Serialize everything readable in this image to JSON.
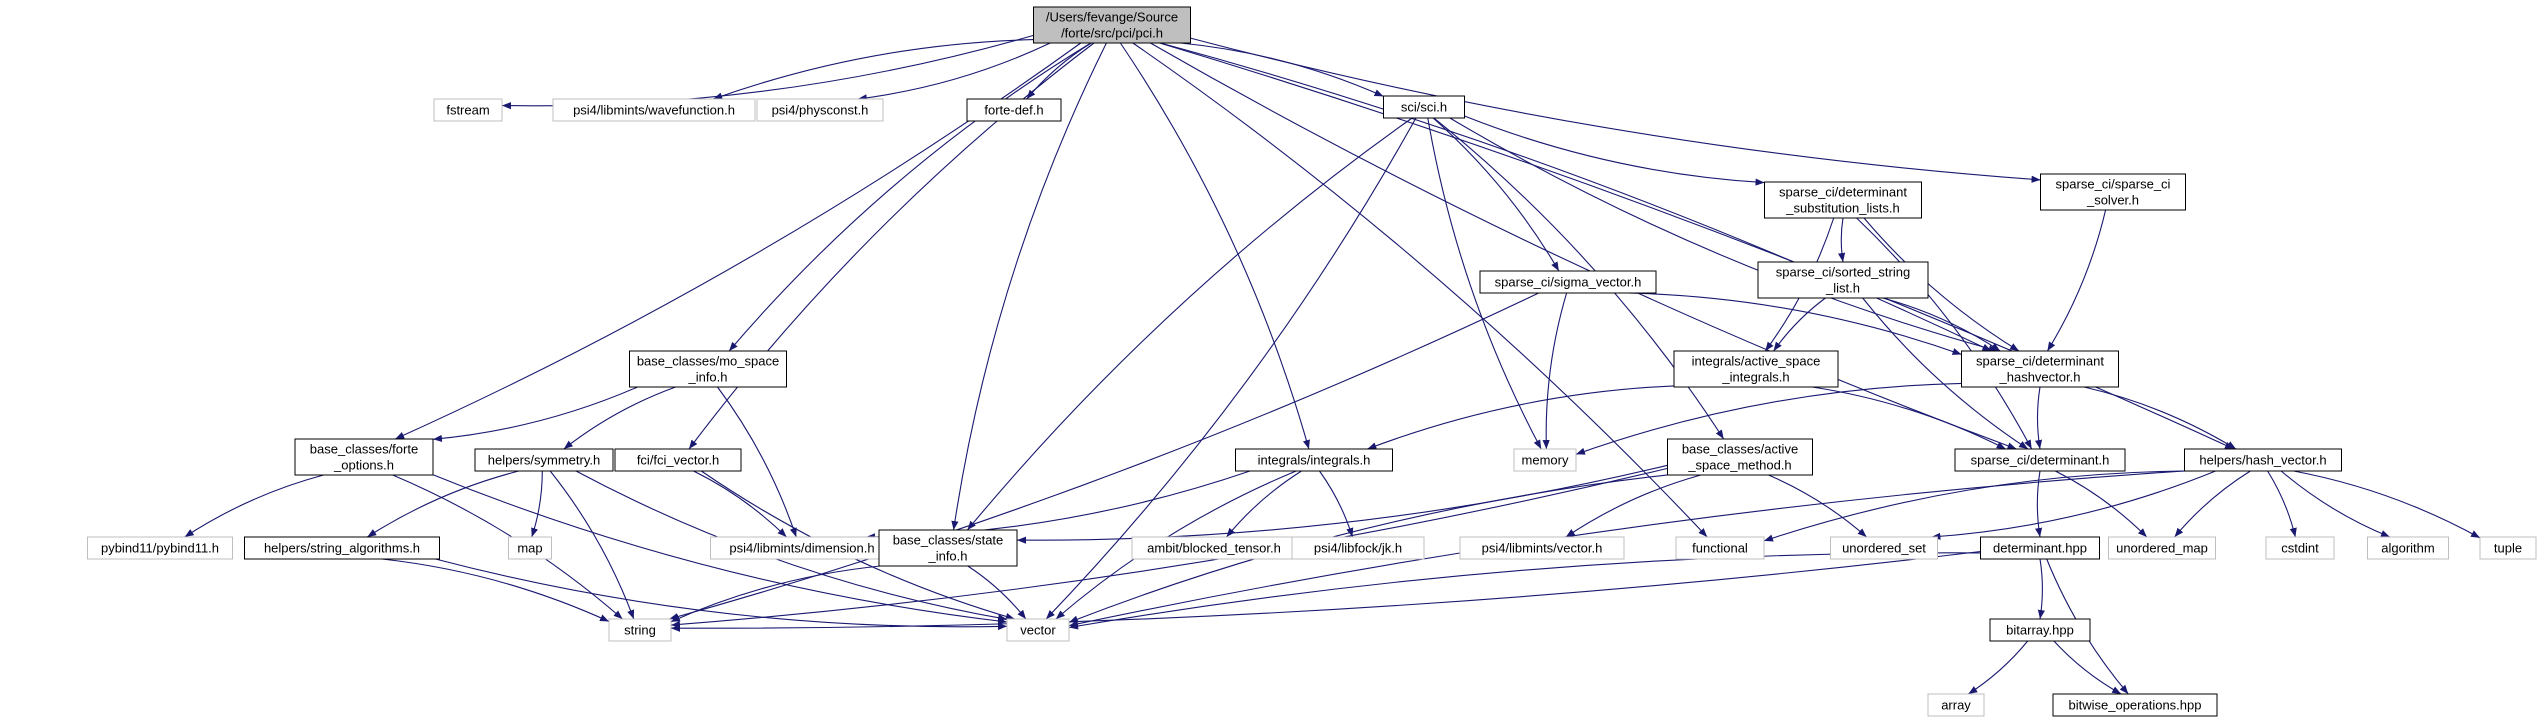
{
  "graph": {
    "nodes": [
      {
        "id": "root",
        "lines": [
          "/Users/fevange/Source",
          "/forte/src/pci/pci.h"
        ],
        "style": "root"
      },
      {
        "id": "fstream",
        "lines": [
          "fstream"
        ],
        "style": "external"
      },
      {
        "id": "wavefunction",
        "lines": [
          "psi4/libmints/wavefunction.h"
        ],
        "style": "external"
      },
      {
        "id": "physconst",
        "lines": [
          "psi4/physconst.h"
        ],
        "style": "external"
      },
      {
        "id": "fortedef",
        "lines": [
          "forte-def.h"
        ],
        "style": "local"
      },
      {
        "id": "scih",
        "lines": [
          "sci/sci.h"
        ],
        "style": "local"
      },
      {
        "id": "sparsesolver",
        "lines": [
          "sparse_ci/sparse_ci",
          "_solver.h"
        ],
        "style": "local"
      },
      {
        "id": "hashvector",
        "lines": [
          "helpers/hash_vector.h"
        ],
        "style": "local"
      },
      {
        "id": "detsubst",
        "lines": [
          "sparse_ci/determinant",
          "_substitution_lists.h"
        ],
        "style": "local"
      },
      {
        "id": "sortedstring",
        "lines": [
          "sparse_ci/sorted_string",
          "_list.h"
        ],
        "style": "local"
      },
      {
        "id": "sigmavector",
        "lines": [
          "sparse_ci/sigma_vector.h"
        ],
        "style": "local"
      },
      {
        "id": "activeint",
        "lines": [
          "integrals/active_space",
          "_integrals.h"
        ],
        "style": "local"
      },
      {
        "id": "dethash",
        "lines": [
          "sparse_ci/determinant",
          "_hashvector.h"
        ],
        "style": "local"
      },
      {
        "id": "mospace",
        "lines": [
          "base_classes/mo_space",
          "_info.h"
        ],
        "style": "local"
      },
      {
        "id": "forteoptions",
        "lines": [
          "base_classes/forte",
          "_options.h"
        ],
        "style": "local"
      },
      {
        "id": "symmetry",
        "lines": [
          "helpers/symmetry.h"
        ],
        "style": "local"
      },
      {
        "id": "fcivector",
        "lines": [
          "fci/fci_vector.h"
        ],
        "style": "local"
      },
      {
        "id": "integrals",
        "lines": [
          "integrals/integrals.h"
        ],
        "style": "local"
      },
      {
        "id": "memory",
        "lines": [
          "memory"
        ],
        "style": "external"
      },
      {
        "id": "activemethod",
        "lines": [
          "base_classes/active",
          "_space_method.h"
        ],
        "style": "local"
      },
      {
        "id": "determinanth",
        "lines": [
          "sparse_ci/determinant.h"
        ],
        "style": "local"
      },
      {
        "id": "pybind",
        "lines": [
          "pybind11/pybind11.h"
        ],
        "style": "external"
      },
      {
        "id": "map",
        "lines": [
          "map"
        ],
        "style": "external"
      },
      {
        "id": "stringalg",
        "lines": [
          "helpers/string_algorithms.h"
        ],
        "style": "local"
      },
      {
        "id": "dimension",
        "lines": [
          "psi4/libmints/dimension.h"
        ],
        "style": "external"
      },
      {
        "id": "stateinfo",
        "lines": [
          "base_classes/state",
          "_info.h"
        ],
        "style": "local"
      },
      {
        "id": "blocked",
        "lines": [
          "ambit/blocked_tensor.h"
        ],
        "style": "external"
      },
      {
        "id": "jk",
        "lines": [
          "psi4/libfock/jk.h"
        ],
        "style": "external"
      },
      {
        "id": "vectorh",
        "lines": [
          "psi4/libmints/vector.h"
        ],
        "style": "external"
      },
      {
        "id": "functional",
        "lines": [
          "functional"
        ],
        "style": "external"
      },
      {
        "id": "unorderedset",
        "lines": [
          "unordered_set"
        ],
        "style": "external"
      },
      {
        "id": "determinanthpp",
        "lines": [
          "determinant.hpp"
        ],
        "style": "local"
      },
      {
        "id": "unorderedmap",
        "lines": [
          "unordered_map"
        ],
        "style": "external"
      },
      {
        "id": "cstdint",
        "lines": [
          "cstdint"
        ],
        "style": "external"
      },
      {
        "id": "algorithm",
        "lines": [
          "algorithm"
        ],
        "style": "external"
      },
      {
        "id": "tuple",
        "lines": [
          "tuple"
        ],
        "style": "external"
      },
      {
        "id": "string",
        "lines": [
          "string"
        ],
        "style": "external"
      },
      {
        "id": "vector",
        "lines": [
          "vector"
        ],
        "style": "external"
      },
      {
        "id": "bitarray",
        "lines": [
          "bitarray.hpp"
        ],
        "style": "local"
      },
      {
        "id": "array",
        "lines": [
          "array"
        ],
        "style": "external"
      },
      {
        "id": "bitwise",
        "lines": [
          "bitwise_operations.hpp"
        ],
        "style": "local"
      }
    ],
    "edges": [
      [
        "root",
        "fstream"
      ],
      [
        "root",
        "wavefunction"
      ],
      [
        "root",
        "physconst"
      ],
      [
        "root",
        "fortedef"
      ],
      [
        "root",
        "scih"
      ],
      [
        "root",
        "sparsesolver"
      ],
      [
        "root",
        "hashvector"
      ],
      [
        "root",
        "mospace"
      ],
      [
        "root",
        "forteoptions"
      ],
      [
        "root",
        "fcivector"
      ],
      [
        "root",
        "integrals"
      ],
      [
        "root",
        "stateinfo"
      ],
      [
        "root",
        "functional"
      ],
      [
        "root",
        "determinanth"
      ],
      [
        "root",
        "dethash"
      ],
      [
        "scih",
        "detsubst"
      ],
      [
        "scih",
        "sigmavector"
      ],
      [
        "scih",
        "memory"
      ],
      [
        "scih",
        "activemethod"
      ],
      [
        "scih",
        "dethash"
      ],
      [
        "scih",
        "vector"
      ],
      [
        "scih",
        "stateinfo"
      ],
      [
        "sparsesolver",
        "dethash"
      ],
      [
        "detsubst",
        "sortedstring"
      ],
      [
        "detsubst",
        "activeint"
      ],
      [
        "detsubst",
        "dethash"
      ],
      [
        "detsubst",
        "determinanth"
      ],
      [
        "sortedstring",
        "activeint"
      ],
      [
        "sortedstring",
        "dethash"
      ],
      [
        "sortedstring",
        "determinanth"
      ],
      [
        "sigmavector",
        "dethash"
      ],
      [
        "sigmavector",
        "memory"
      ],
      [
        "sigmavector",
        "string"
      ],
      [
        "activeint",
        "integrals"
      ],
      [
        "activeint",
        "determinanth"
      ],
      [
        "dethash",
        "determinanth"
      ],
      [
        "dethash",
        "hashvector"
      ],
      [
        "dethash",
        "memory"
      ],
      [
        "mospace",
        "forteoptions"
      ],
      [
        "mospace",
        "symmetry"
      ],
      [
        "mospace",
        "dimension"
      ],
      [
        "forteoptions",
        "pybind"
      ],
      [
        "forteoptions",
        "string"
      ],
      [
        "forteoptions",
        "vector"
      ],
      [
        "symmetry",
        "map"
      ],
      [
        "symmetry",
        "stringalg"
      ],
      [
        "symmetry",
        "string"
      ],
      [
        "symmetry",
        "vector"
      ],
      [
        "stringalg",
        "string"
      ],
      [
        "stringalg",
        "vector"
      ],
      [
        "fcivector",
        "dimension"
      ],
      [
        "fcivector",
        "vector"
      ],
      [
        "integrals",
        "dimension"
      ],
      [
        "integrals",
        "blocked"
      ],
      [
        "integrals",
        "jk"
      ],
      [
        "integrals",
        "vector"
      ],
      [
        "activemethod",
        "stateinfo"
      ],
      [
        "activemethod",
        "vectorh"
      ],
      [
        "activemethod",
        "unorderedset"
      ],
      [
        "activemethod",
        "vector"
      ],
      [
        "activemethod",
        "string"
      ],
      [
        "stateinfo",
        "string"
      ],
      [
        "stateinfo",
        "vector"
      ],
      [
        "determinanth",
        "determinanthpp"
      ],
      [
        "determinanth",
        "unorderedmap"
      ],
      [
        "hashvector",
        "functional"
      ],
      [
        "hashvector",
        "unorderedset"
      ],
      [
        "hashvector",
        "unorderedmap"
      ],
      [
        "hashvector",
        "cstdint"
      ],
      [
        "hashvector",
        "algorithm"
      ],
      [
        "hashvector",
        "tuple"
      ],
      [
        "hashvector",
        "vector"
      ],
      [
        "determinanthpp",
        "string"
      ],
      [
        "determinanthpp",
        "vector"
      ],
      [
        "determinanthpp",
        "bitarray"
      ],
      [
        "determinanthpp",
        "bitwise"
      ],
      [
        "bitarray",
        "array"
      ],
      [
        "bitarray",
        "bitwise"
      ]
    ]
  }
}
